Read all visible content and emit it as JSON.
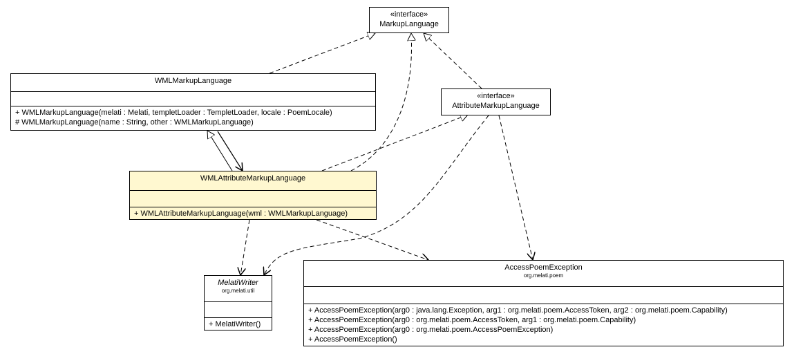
{
  "classes": {
    "markup_language": {
      "stereotype": "«interface»",
      "name": "MarkupLanguage"
    },
    "wml_markup_language": {
      "name": "WMLMarkupLanguage",
      "operations": [
        "+ WMLMarkupLanguage(melati : Melati, templetLoader : TempletLoader, locale : PoemLocale)",
        "# WMLMarkupLanguage(name : String, other : WMLMarkupLanguage)"
      ]
    },
    "attribute_markup_language": {
      "stereotype": "«interface»",
      "name": "AttributeMarkupLanguage"
    },
    "wml_attribute_markup_language": {
      "name": "WMLAttributeMarkupLanguage",
      "operations": [
        "+ WMLAttributeMarkupLanguage(wml : WMLMarkupLanguage)"
      ]
    },
    "melati_writer": {
      "name": "MelatiWriter",
      "package": "org.melati.util",
      "operations": [
        "+ MelatiWriter()"
      ]
    },
    "access_poem_exception": {
      "name": "AccessPoemException",
      "package": "org.melati.poem",
      "operations": [
        "+ AccessPoemException(arg0 : java.lang.Exception, arg1 : org.melati.poem.AccessToken, arg2 : org.melati.poem.Capability)",
        "+ AccessPoemException(arg0 : org.melati.poem.AccessToken, arg1 : org.melati.poem.Capability)",
        "+ AccessPoemException(arg0 : org.melati.poem.AccessPoemException)",
        "+ AccessPoemException()"
      ]
    }
  },
  "colors": {
    "highlight": "#fff8d0",
    "line": "#000000",
    "background": "#ffffff"
  }
}
